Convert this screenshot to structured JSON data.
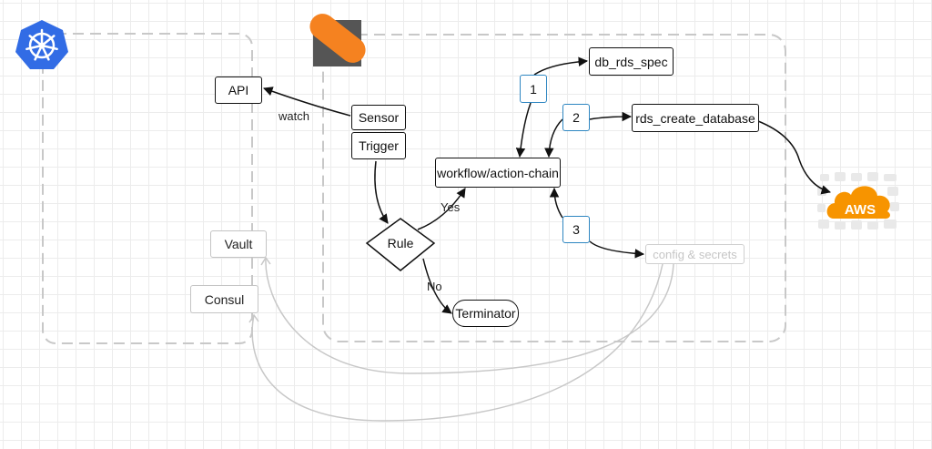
{
  "nodes": {
    "api": "API",
    "sensor": "Sensor",
    "trigger": "Trigger",
    "rule": "Rule",
    "workflow": "workflow/action-chain",
    "terminator": "Terminator",
    "db_rds_spec": "db_rds_spec",
    "rds_create_database": "rds_create_database",
    "config_secrets": "config & secrets",
    "vault": "Vault",
    "consul": "Consul"
  },
  "labels": {
    "watch": "watch",
    "yes": "Yes",
    "no": "No",
    "aws": "AWS"
  },
  "steps": [
    "1",
    "2",
    "3"
  ],
  "icons": {
    "kubernetes": "kubernetes-logo-icon",
    "stackstorm": "stackstorm-logo-icon",
    "aws": "aws-cloud-icon"
  },
  "colors": {
    "kubernetes_blue": "#326ce5",
    "stackstorm_orange": "#f58220",
    "stackstorm_dark": "#555555",
    "aws_orange": "#f79400",
    "step_border": "#2e86c1",
    "container_dash": "#c8c8c8",
    "faded_line": "#c8c8c8"
  }
}
